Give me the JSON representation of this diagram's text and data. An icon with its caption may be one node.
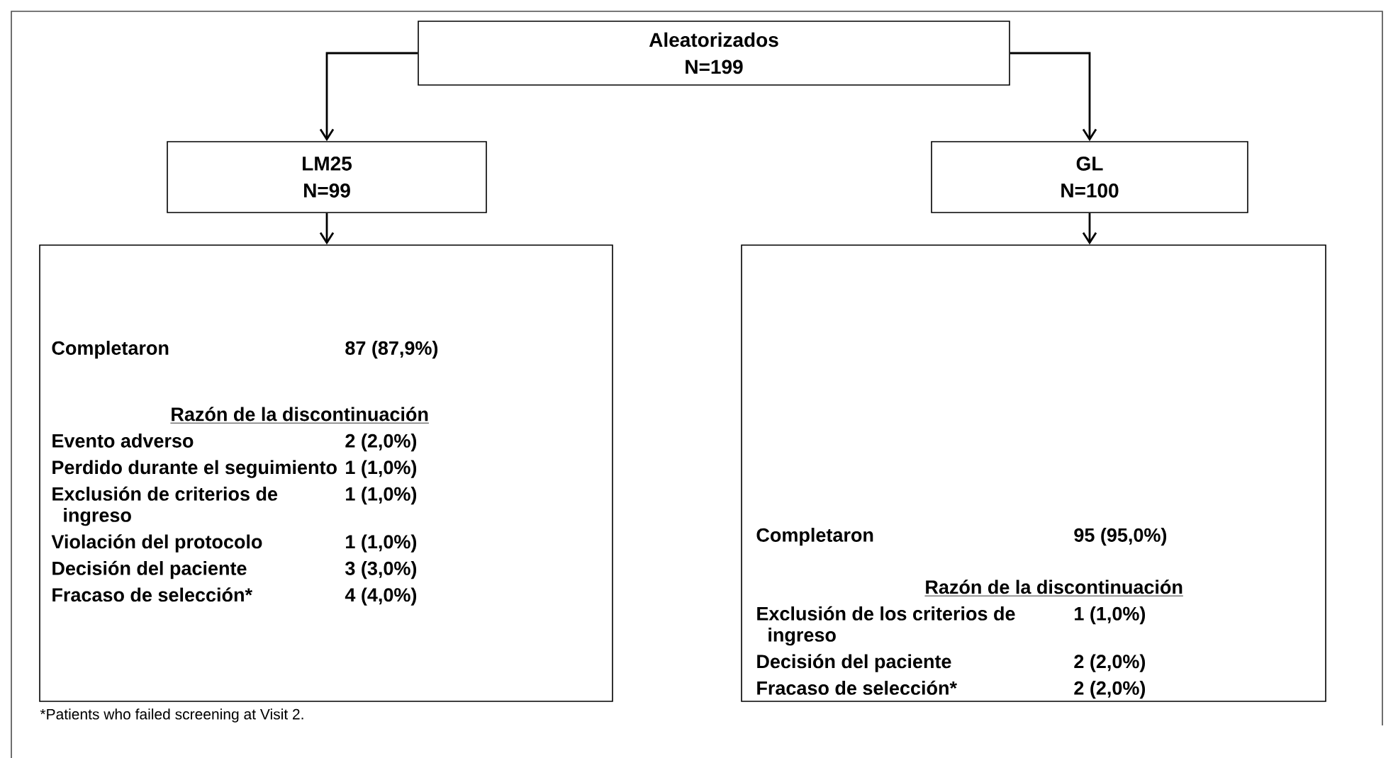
{
  "diagram": {
    "caption": "*Patients who failed screening at Visit 2.",
    "nodes": [
      {
        "text": [
          "Aleatorizados",
          "N=199"
        ]
      },
      {
        "text": [
          "LM25",
          "N=99"
        ]
      },
      {
        "text": [
          "GL",
          "N=100"
        ]
      },
      {
        "text": [
          "Completaron",
          "87 (87,9%)",
          "Razón de la discontinuación",
          "Evento adverso",
          "2 (2,0%)",
          "Perdido durante el seguimiento",
          "1 (1,0%)",
          "Exclusión de criterios de ingreso",
          "1 (1,0%)",
          "Violación del protocolo",
          "1 (1,0%)",
          "Decisión del paciente",
          "3 (3,0%)",
          "Fracaso de selección*",
          "4 (4,0%)"
        ]
      },
      {
        "text": [
          "Completaron",
          "95 (95,0%)",
          "Razón de la discontinuación",
          "Exclusión de los criterios de ingreso",
          "1 (1,0%)",
          "Decisión del paciente",
          "2 (2,0%)",
          "Fracaso de selección*",
          "2 (2,0%)"
        ]
      }
    ],
    "edges": [
      {
        "from": 0,
        "to": 1,
        "arrow": "to"
      },
      {
        "from": 0,
        "to": 2,
        "arrow": "to"
      },
      {
        "from": 1,
        "to": 3,
        "arrow": "to"
      },
      {
        "from": 2,
        "to": 4,
        "arrow": "to"
      }
    ]
  }
}
